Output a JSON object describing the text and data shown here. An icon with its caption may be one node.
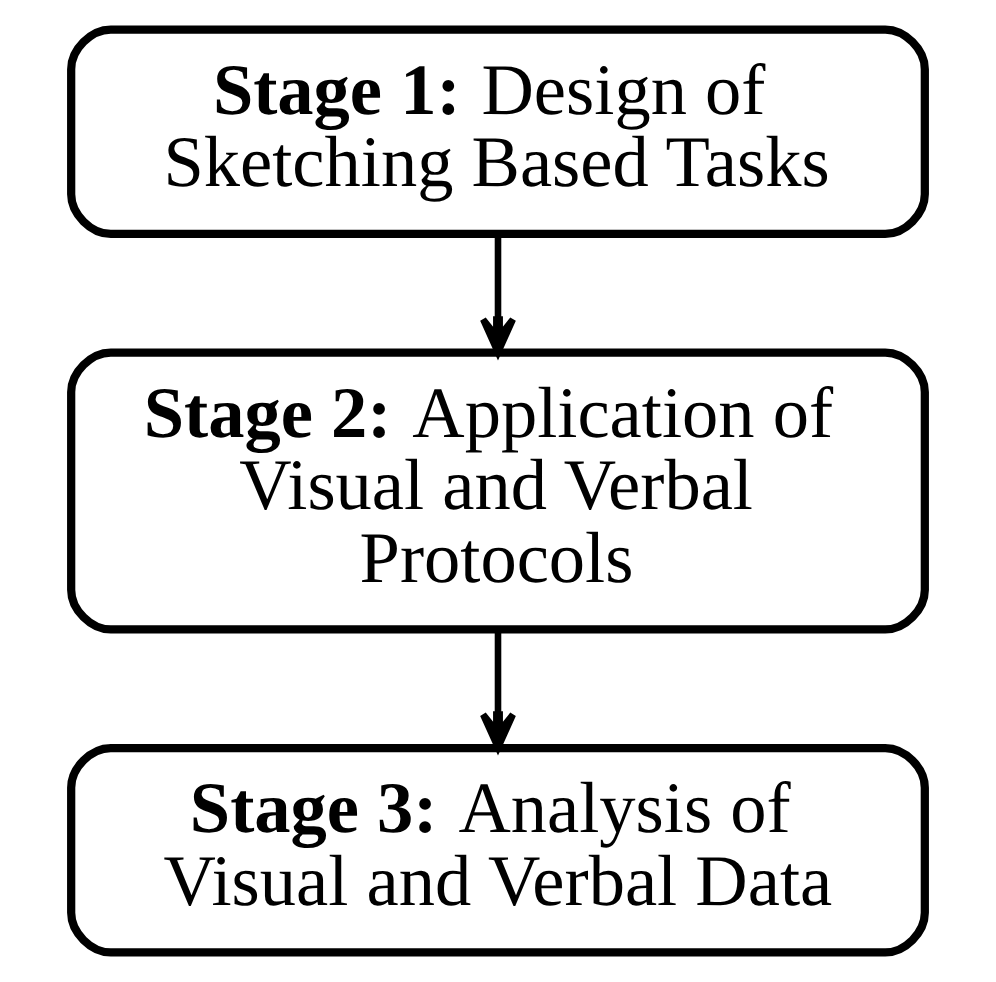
{
  "diagram": {
    "nodes": [
      {
        "text": [
          "**Stage 1:**  Design of Sketching Based Tasks"
        ]
      },
      {
        "text": [
          "**Stage 2:**  Application of Visual and Verbal Protocols"
        ]
      },
      {
        "text": [
          "**Stage 3:**  Analysis of Visual and Verbal Data"
        ]
      }
    ],
    "edges": [
      {
        "from": 0,
        "to": 1,
        "arrow": "to"
      },
      {
        "from": 1,
        "to": 2,
        "arrow": "to"
      }
    ]
  }
}
